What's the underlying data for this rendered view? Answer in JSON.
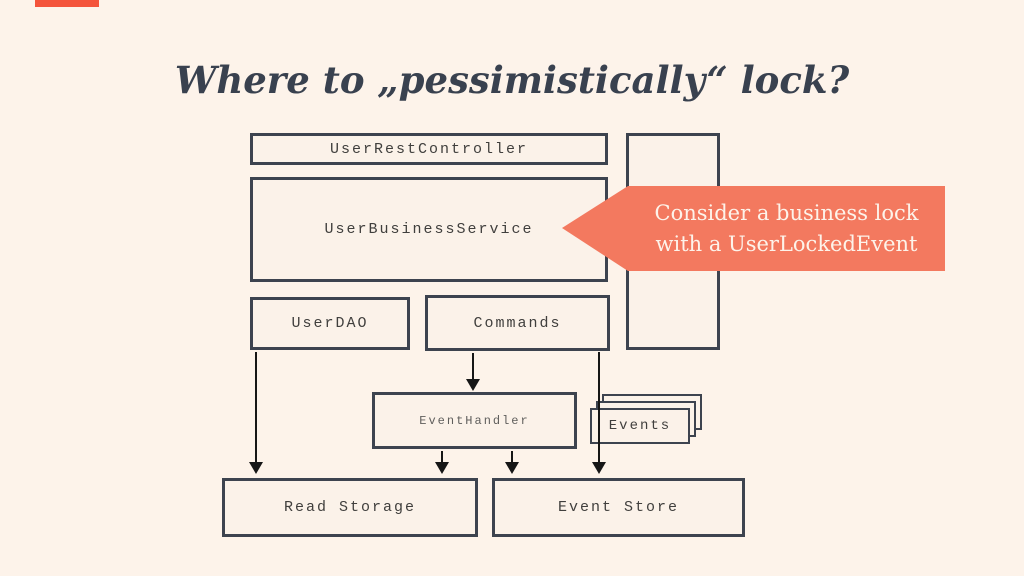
{
  "slide": {
    "title": "Where to „pessimistically“ lock?"
  },
  "nodes": {
    "controller": "UserRestController",
    "service": "UserBusinessService",
    "dao": "UserDAO",
    "commands": "Commands",
    "handler": "EventHandler",
    "events": "Events",
    "read_storage": "Read Storage",
    "event_store": "Event Store"
  },
  "callout": {
    "line1": "Consider a business lock",
    "line2": "with a UserLockedEvent"
  },
  "colors": {
    "background": "#fdf3ea",
    "box_border": "#3d434f",
    "box_fill": "#fbf2e9",
    "label_text": "#403f3d",
    "title_text": "#39414f",
    "callout_accent": "#f3795f",
    "callout_text": "#fdf3ea",
    "arrow": "#161616",
    "progress_indicator": "#f4543c"
  }
}
